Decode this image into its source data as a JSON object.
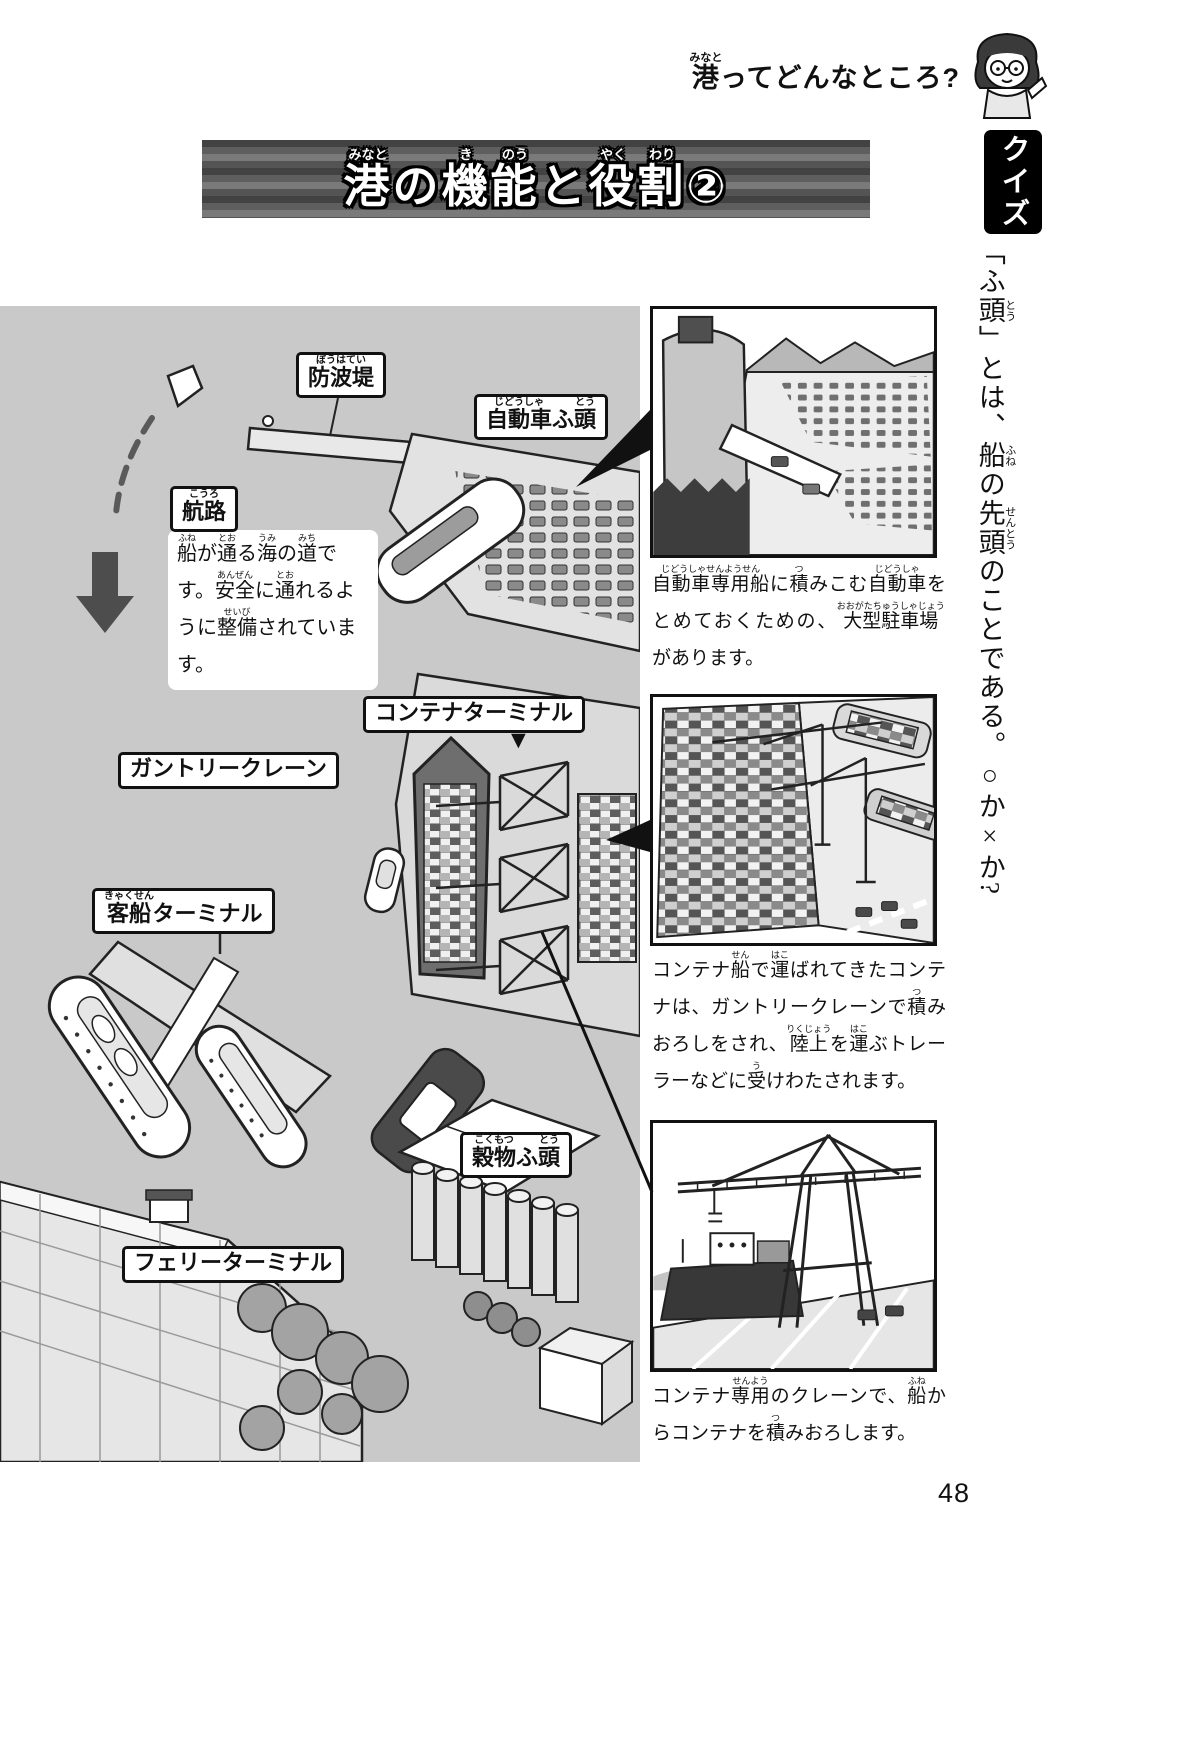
{
  "page": {
    "header_segments": [
      {
        "t": "港",
        "r": "みなと"
      },
      {
        "t": "ってどんなところ?"
      }
    ],
    "number": "48"
  },
  "title": {
    "segments": [
      {
        "t": "港",
        "r": "みなと"
      },
      {
        "t": "の"
      },
      {
        "t": "機",
        "r": "き"
      },
      {
        "t": "能",
        "r": "のう"
      },
      {
        "t": "と"
      },
      {
        "t": "役",
        "r": "やく"
      },
      {
        "t": "割",
        "r": "わり"
      },
      {
        "t": "②"
      }
    ]
  },
  "quiz": {
    "label": "クイズ",
    "question_segments": [
      {
        "t": "「ふ"
      },
      {
        "t": "頭",
        "r": "とう"
      },
      {
        "t": "」とは、"
      },
      {
        "t": "船",
        "r": "ふね"
      },
      {
        "t": "の"
      },
      {
        "t": "先頭",
        "r": "せんとう"
      },
      {
        "t": "のことである。○か×か?"
      }
    ]
  },
  "map": {
    "pointer": "▼",
    "labels": {
      "breakwater": [
        {
          "t": "防波堤",
          "r": "ぼうはてい"
        }
      ],
      "car_pier": [
        {
          "t": "自動車",
          "r": "じどうしゃ"
        },
        {
          "t": "ふ"
        },
        {
          "t": "頭",
          "r": "とう"
        }
      ],
      "route": [
        {
          "t": "航路",
          "r": "こうろ"
        }
      ],
      "container_terminal": [
        {
          "t": "コンテナターミナル"
        }
      ],
      "gantry_crane": [
        {
          "t": "ガントリークレーン"
        }
      ],
      "passenger_terminal": [
        {
          "t": "客船",
          "r": "きゃくせん"
        },
        {
          "t": "ターミナル"
        }
      ],
      "grain_pier": [
        {
          "t": "穀物",
          "r": "こくもつ"
        },
        {
          "t": "ふ"
        },
        {
          "t": "頭",
          "r": "とう"
        }
      ],
      "ferry_terminal": [
        {
          "t": "フェリーターミナル"
        }
      ]
    },
    "route_note_segments": [
      {
        "t": "船",
        "r": "ふね"
      },
      {
        "t": "が"
      },
      {
        "t": "通",
        "r": "とお"
      },
      {
        "t": "る"
      },
      {
        "t": "海",
        "r": "うみ"
      },
      {
        "t": "の"
      },
      {
        "t": "道",
        "r": "みち"
      },
      {
        "t": "です。"
      },
      {
        "t": "安全",
        "r": "あんぜん"
      },
      {
        "t": "に"
      },
      {
        "t": "通",
        "r": "とお"
      },
      {
        "t": "れるように"
      },
      {
        "t": "整備",
        "r": "せいび"
      },
      {
        "t": "されています。"
      }
    ]
  },
  "insets": {
    "car_pier_caption": [
      {
        "t": "自動車専用船",
        "r": "じどうしゃせんようせん"
      },
      {
        "t": "に"
      },
      {
        "t": "積",
        "r": "つ"
      },
      {
        "t": "みこむ"
      },
      {
        "t": "自動車",
        "r": "じどうしゃ"
      },
      {
        "t": "をとめておくための、"
      },
      {
        "t": "大型駐車場",
        "r": "おおがたちゅうしゃじょう"
      },
      {
        "t": "があります。"
      }
    ],
    "container_caption": [
      {
        "t": "コンテナ"
      },
      {
        "t": "船",
        "r": "せん"
      },
      {
        "t": "で"
      },
      {
        "t": "運",
        "r": "はこ"
      },
      {
        "t": "ばれてきたコンテナは、ガントリークレーンで"
      },
      {
        "t": "積",
        "r": "つ"
      },
      {
        "t": "みおろしをされ、"
      },
      {
        "t": "陸上",
        "r": "りくじょう"
      },
      {
        "t": "を"
      },
      {
        "t": "運",
        "r": "はこ"
      },
      {
        "t": "ぶトレーラーなどに"
      },
      {
        "t": "受",
        "r": "う"
      },
      {
        "t": "けわたされます。"
      }
    ],
    "crane_caption": [
      {
        "t": "コンテナ"
      },
      {
        "t": "専用",
        "r": "せんよう"
      },
      {
        "t": "のクレーンで、"
      },
      {
        "t": "船",
        "r": "ふね"
      },
      {
        "t": "からコンテナを"
      },
      {
        "t": "積",
        "r": "つ"
      },
      {
        "t": "みおろします。"
      }
    ]
  },
  "colors": {
    "ink": "#111111",
    "water_gray": "#c9c9c9",
    "pier_gray": "#e2e2e2",
    "banner_dark": "#424242",
    "banner_mid": "#6e6e6e"
  }
}
